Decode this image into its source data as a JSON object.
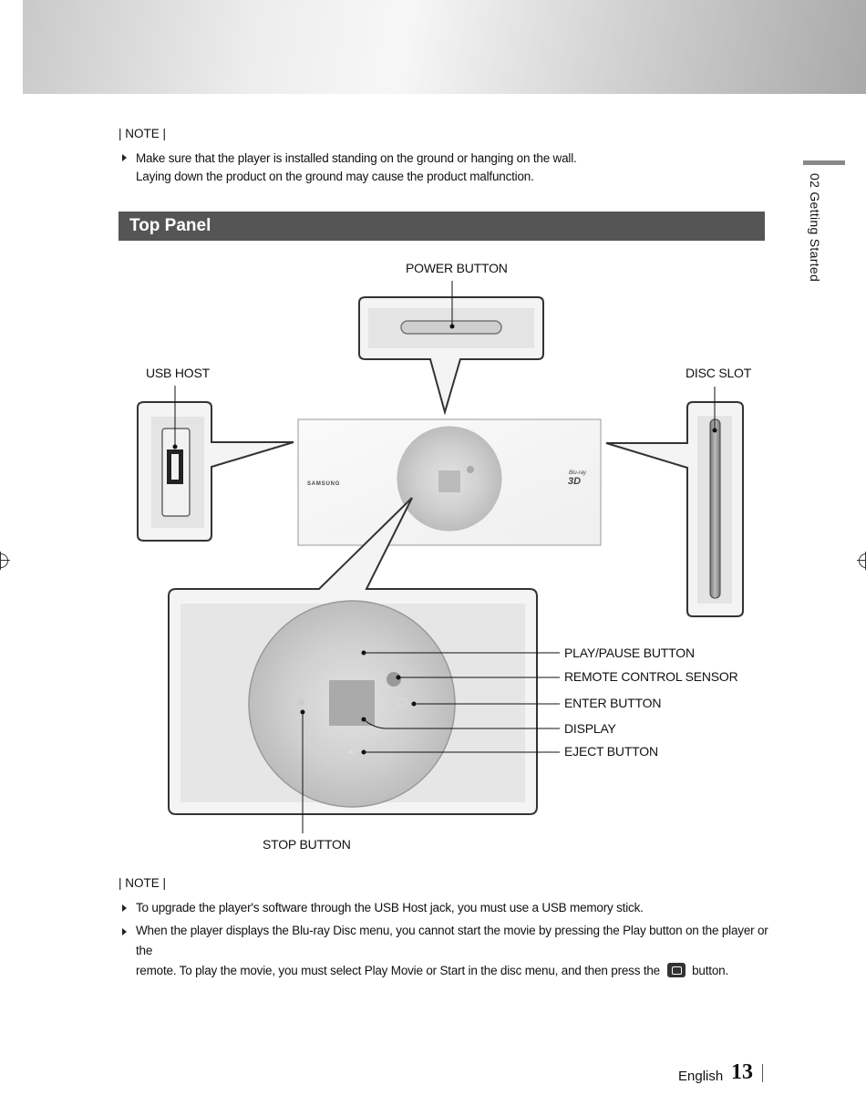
{
  "note1": {
    "heading": "| NOTE |",
    "bullets": [
      "Make sure that the player is installed standing on the ground or hanging on the wall.",
      "Laying down the product on the ground may cause the product malfunction."
    ]
  },
  "section": {
    "title": "Top Panel"
  },
  "side_tab": {
    "text": "02 Getting Started"
  },
  "diagram": {
    "labels": {
      "power_button": "POWER BUTTON",
      "usb_host": "USB HOST",
      "disc_slot": "DISC SLOT",
      "play_pause": "PLAY/PAUSE BUTTON",
      "remote_sensor": "REMOTE CONTROL SENSOR",
      "enter_button": "ENTER BUTTON",
      "display": "DISPLAY",
      "eject_button": "EJECT BUTTON",
      "stop_button": "STOP BUTTON"
    },
    "brand": "SAMSUNG",
    "bluray_small": "Blu-ray",
    "bluray_3d": "3D"
  },
  "note2": {
    "heading": "| NOTE |",
    "bullet1": "To upgrade the player's software through the USB Host jack, you must use a USB memory stick.",
    "bullet2_line1": "When the player displays the Blu-ray Disc menu, you cannot start the movie by pressing the Play button on the player or the",
    "bullet2_line2_pre": "remote. To play the movie, you must select Play Movie or Start in the disc menu, and then press the",
    "bullet2_line2_post": "button."
  },
  "footer": {
    "language": "English",
    "page": "13"
  }
}
